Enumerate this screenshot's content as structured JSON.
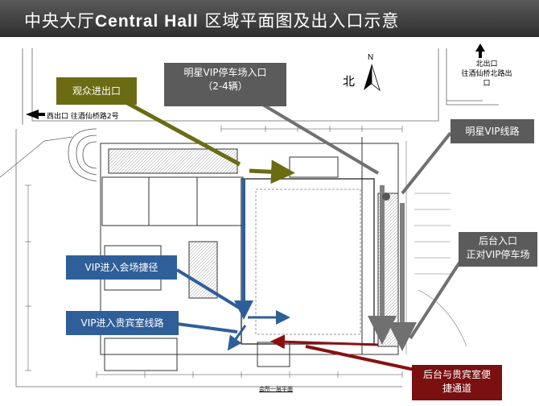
{
  "title": {
    "part1": "中央大厅",
    "part2": "Central Hall",
    "part3": " 区域平面图及出入口示意"
  },
  "labels": {
    "audience": "观众进出口",
    "star_parking_l1": "明星VIP停车场入口",
    "star_parking_l2": "（2-4辆）",
    "star_route": "明星VIP线路",
    "backstage_l1": "后台入口",
    "backstage_l2": "正对VIP停车场",
    "vip_shortcut": "VIP进入会场捷径",
    "vip_lounge": "VIP进入贵宾室线路",
    "backstage_lounge_l1": "后台与贵宾室便",
    "backstage_lounge_l2": "捷通道",
    "north_exit_l1": "北出口",
    "north_exit_l2": "往酒仙桥北路出口",
    "west_exit": "西出口 往酒仙桥路2号",
    "compass_n": "N",
    "compass_bei": "北",
    "floor_plan": "会所一层平面"
  },
  "colors": {
    "olive": "#6b6b14",
    "gray": "#5b5b5b",
    "blue": "#2f5f99",
    "red": "#7a1010"
  }
}
